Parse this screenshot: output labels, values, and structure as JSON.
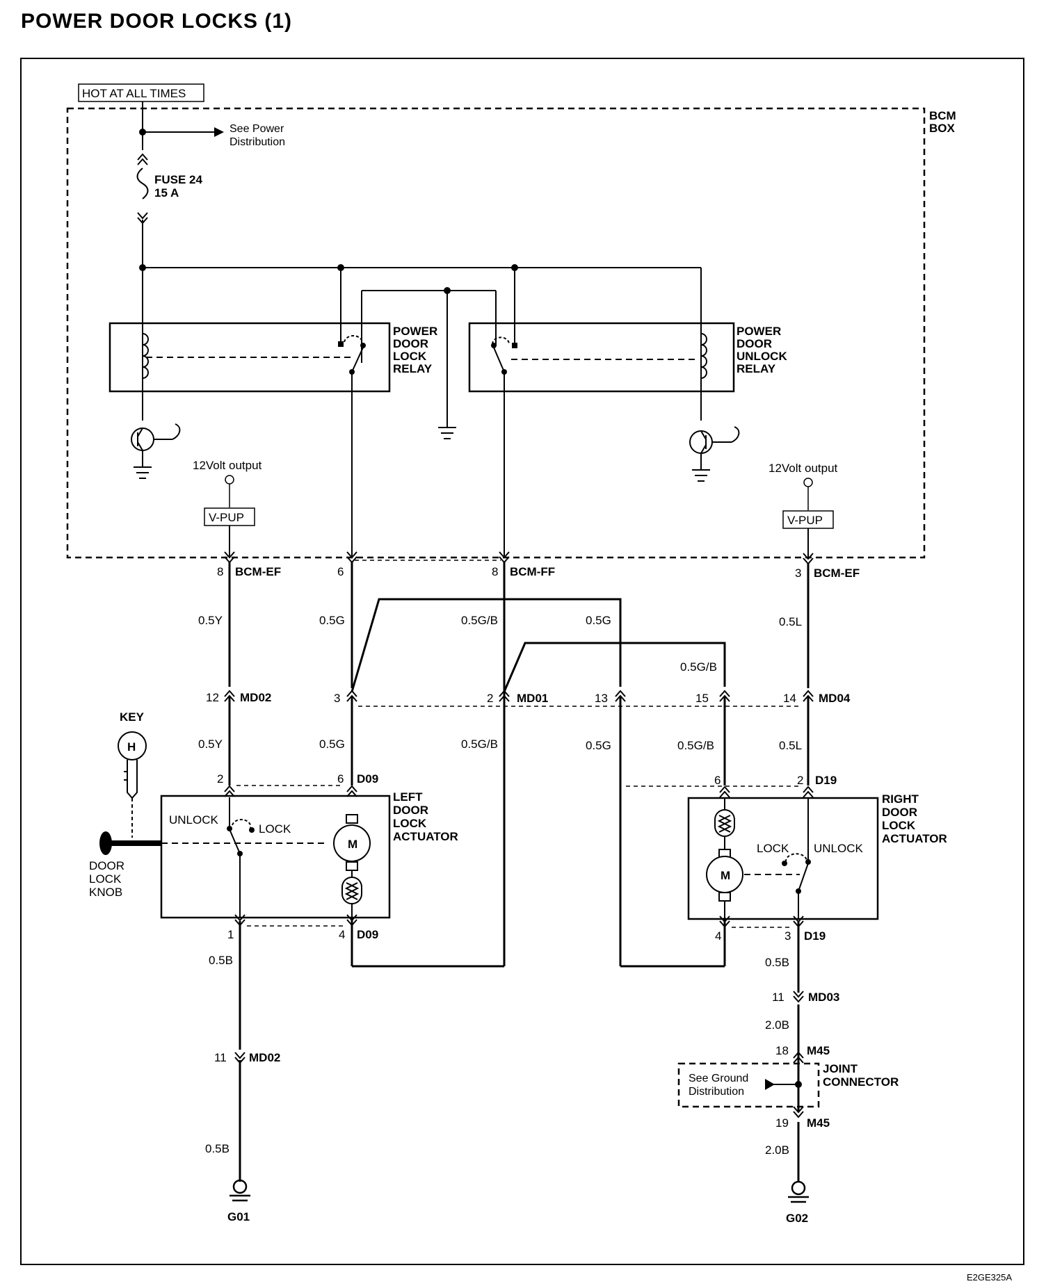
{
  "title": "POWER DOOR LOCKS (1)",
  "figure_code": "E2GE325A",
  "power": {
    "hot_label": "HOT AT ALL TIMES",
    "see_power": [
      "See Power",
      "Distribution"
    ],
    "fuse": [
      "FUSE 24",
      "15 A"
    ]
  },
  "bcm_box": [
    "BCM",
    "BOX"
  ],
  "relays": {
    "lock": [
      "POWER",
      "DOOR",
      "LOCK",
      "RELAY"
    ],
    "unlock": [
      "POWER",
      "DOOR",
      "UNLOCK",
      "RELAY"
    ]
  },
  "outputs": {
    "left_12v": "12Volt output",
    "right_12v": "12Volt output",
    "vpup": "V-PUP"
  },
  "connectors": {
    "bcm_ef": "BCM-EF",
    "bcm_ff": "BCM-FF",
    "md01": "MD01",
    "md02": "MD02",
    "md03": "MD03",
    "md04": "MD04",
    "d09": "D09",
    "d19": "D19",
    "m45": "M45"
  },
  "pins": {
    "p8a": "8",
    "p6a": "6",
    "p8b": "8",
    "p3a": "3",
    "p12": "12",
    "p3b": "3",
    "p2a": "2",
    "p13": "13",
    "p15": "15",
    "p14": "14",
    "p2b": "2",
    "p6b": "6",
    "p6c": "6",
    "p2c": "2",
    "p1": "1",
    "p4a": "4",
    "p4b": "4",
    "p3c": "3",
    "p11a": "11",
    "p11b": "11",
    "p18": "18",
    "p19": "19"
  },
  "wires": {
    "y1": "0.5Y",
    "g1": "0.5G",
    "gb1": "0.5G/B",
    "g2": "0.5G",
    "l1": "0.5L",
    "gb2": "0.5G/B",
    "y2": "0.5Y",
    "g3": "0.5G",
    "gb3": "0.5G/B",
    "g4": "0.5G",
    "gb4": "0.5G/B",
    "l2": "0.5L",
    "b1": "0.5B",
    "b2": "0.5B",
    "b3": "0.5B",
    "b4": "2.0B",
    "b5": "2.0B"
  },
  "key": {
    "label": "KEY",
    "symbol": "H"
  },
  "knob": [
    "DOOR",
    "LOCK",
    "KNOB"
  ],
  "left_actuator": {
    "label": [
      "LEFT",
      "DOOR",
      "LOCK",
      "ACTUATOR"
    ],
    "unlock": "UNLOCK",
    "lock": "LOCK",
    "motor": "M"
  },
  "right_actuator": {
    "label": [
      "RIGHT",
      "DOOR",
      "LOCK",
      "ACTUATOR"
    ],
    "unlock": "UNLOCK",
    "lock": "LOCK",
    "motor": "M"
  },
  "joint": {
    "see_ground": [
      "See Ground",
      "Distribution"
    ],
    "label": [
      "JOINT",
      "CONNECTOR"
    ]
  },
  "grounds": {
    "g01": "G01",
    "g02": "G02"
  }
}
